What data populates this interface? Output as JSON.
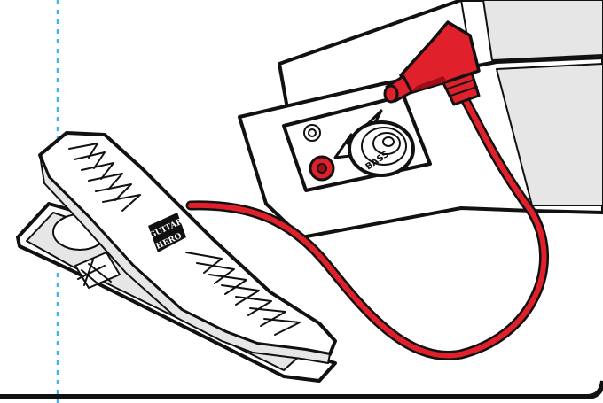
{
  "illustration": {
    "jack_label": "BASS",
    "logo_line1": "GUITAR",
    "logo_line2": "HERO",
    "colors": {
      "cable": "#e0202a",
      "cable_dark": "#9e0e16",
      "outline": "#111111",
      "guide_line": "#3fb6e8",
      "fill_light": "#ffffff",
      "fill_shade": "#e6e6e6"
    }
  }
}
